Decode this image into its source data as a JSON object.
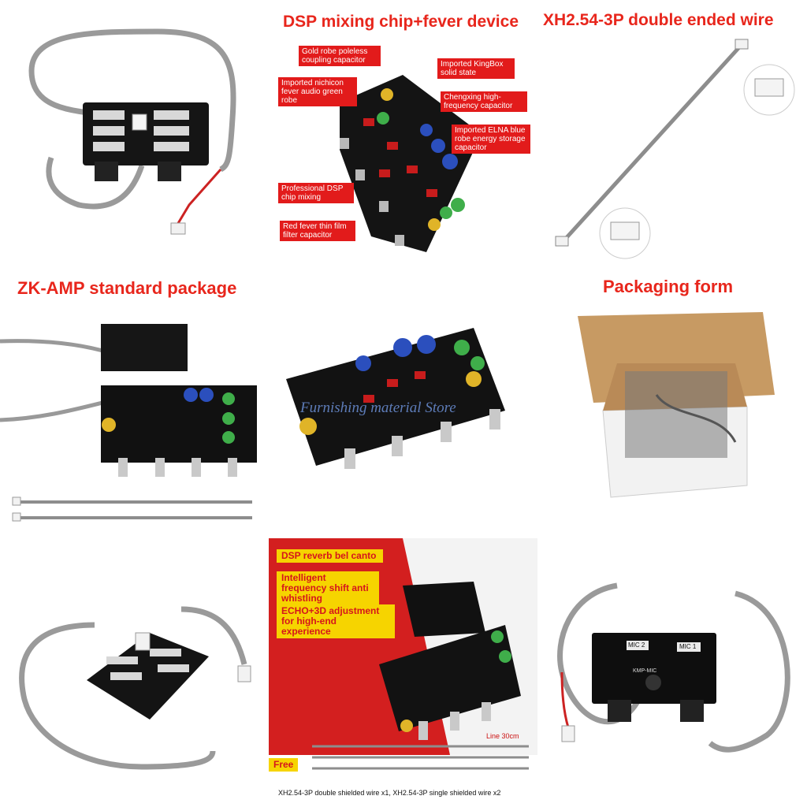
{
  "panels": {
    "dsp": {
      "title": "DSP mixing chip+fever device",
      "callouts": [
        "Gold robe poleless coupling capacitor",
        "Imported KingBox solid state",
        "Imported nichicon fever audio green robe",
        "Chengxing high-frequency capacitor",
        "Imported ELNA blue robe energy storage capacitor",
        "Professional DSP chip mixing",
        "Red fever thin film filter capacitor"
      ]
    },
    "wire": {
      "title": "XH2.54-3P double ended wire"
    },
    "standard": {
      "title": "ZK-AMP standard package"
    },
    "board": {
      "watermark": "Furnishing material Store"
    },
    "packaging": {
      "title": "Packaging form"
    },
    "promo": {
      "tags": [
        "DSP reverb bel canto",
        "Intelligent frequency shift anti whistling",
        "ECHO+3D adjustment for high-end experience"
      ],
      "line_label": "Line 30cm",
      "free_badge": "Free",
      "caption": "XH2.54-3P double shielded wire x1, XH2.54-3P single shielded wire x2"
    },
    "front": {
      "labels": [
        "MIC 2",
        "MIC 1",
        "KMP-MIC"
      ]
    }
  },
  "colors": {
    "accent_red": "#e8261c",
    "pcb_black": "#111111",
    "promo_yellow": "#f6d400"
  }
}
